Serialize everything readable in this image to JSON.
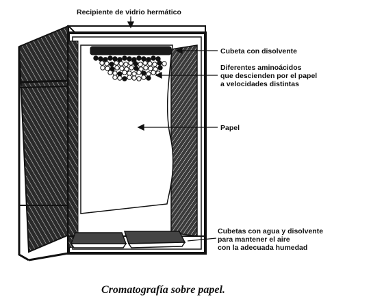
{
  "labels": {
    "container": "Recipiente de vidrio hermático",
    "tray_top": "Cubeta con disolvente",
    "amino_1": "Diferentes aminoácidos",
    "amino_2": "que descienden por el papel",
    "amino_3": "a velocidades distintas",
    "paper": "Papel",
    "trays_1": "Cubetas con agua y disolvente",
    "trays_2": "para mantener el aire",
    "trays_3": "con la adecuada humedad"
  },
  "caption": "Cromatografía sobre papel.",
  "colors": {
    "ink": "#111111",
    "paper": "#ffffff"
  }
}
